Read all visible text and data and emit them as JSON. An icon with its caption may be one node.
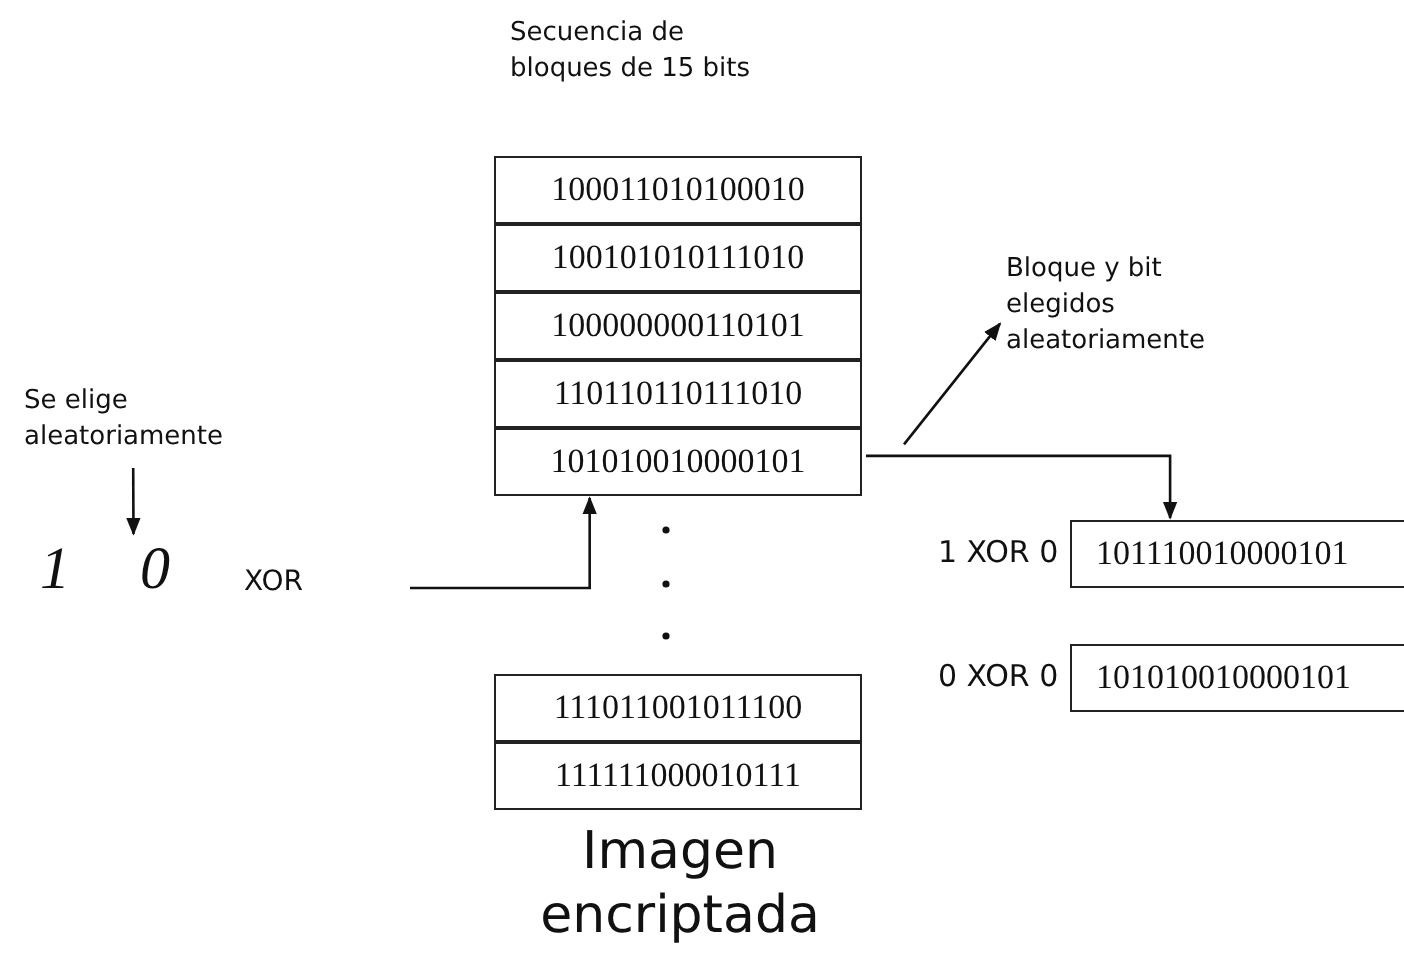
{
  "diagram": {
    "nodes": [
      {
        "text": [
          "100011010100010"
        ]
      },
      {
        "text": [
          "100101010111010"
        ]
      },
      {
        "text": [
          "100000000110101"
        ]
      },
      {
        "text": [
          "110110110111010"
        ]
      },
      {
        "text": [
          "101010010000101"
        ]
      },
      {
        "text": [
          "111011001011100"
        ]
      },
      {
        "text": [
          "111111000010111"
        ]
      },
      {
        "text": [
          "Se elige aleatoriamente"
        ]
      },
      {
        "text": [
          "1",
          "0"
        ]
      },
      {
        "text": [
          "XOR"
        ]
      },
      {
        "text": [
          "Bloque y bit elegidos aleatoriamente"
        ]
      },
      {
        "text": [
          "101110010000101"
        ],
        "beside": [
          "1 XOR 0"
        ]
      },
      {
        "text": [
          "101010010000101"
        ],
        "beside": [
          "0 XOR 0"
        ]
      }
    ],
    "edges": [
      {
        "from": 7,
        "to": 8,
        "arrow": "to"
      },
      {
        "from": 9,
        "to": 4,
        "arrow": "to"
      },
      {
        "from": 4,
        "to": 10,
        "arrow": "to"
      },
      {
        "from": 4,
        "to": 11,
        "arrow": "to"
      }
    ],
    "labels": [
      "Secuencia de bloques de 15 bits",
      "Imagen encriptada"
    ]
  }
}
